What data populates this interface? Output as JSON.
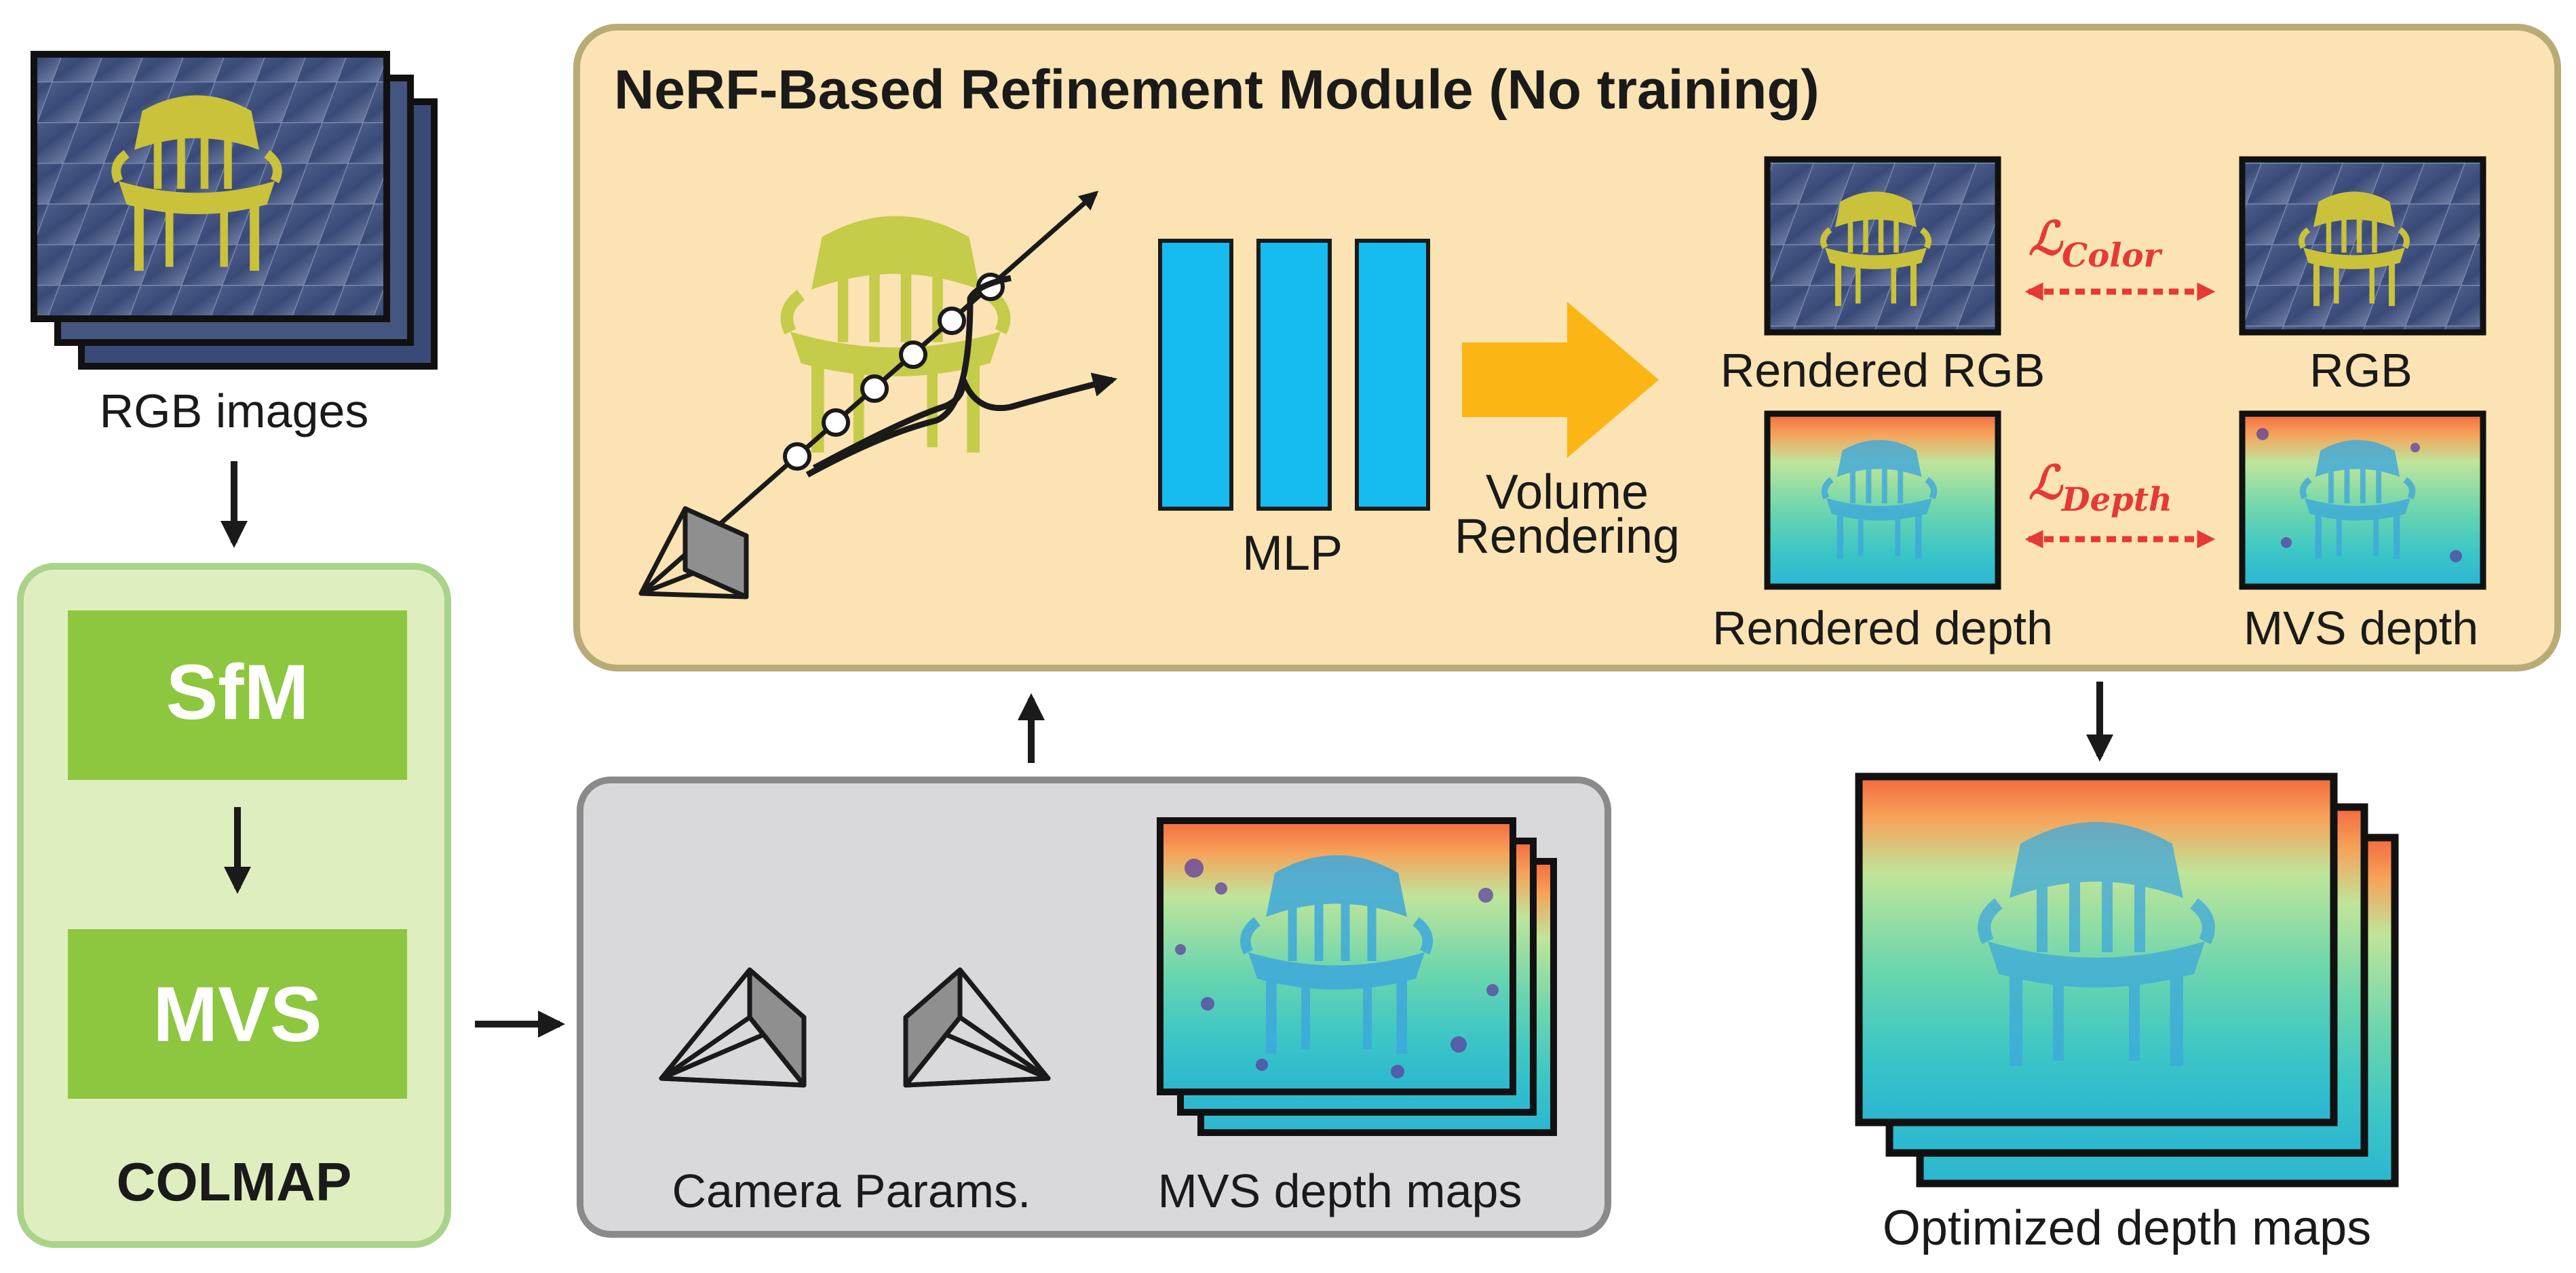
{
  "figure": {
    "input": {
      "label": "RGB images"
    },
    "colmap": {
      "title": "COLMAP",
      "step1": "SfM",
      "step2": "MVS"
    },
    "outputs_box": {
      "camera_label": "Camera Params.",
      "depth_label": "MVS depth maps"
    },
    "refinement": {
      "title": "NeRF-Based Refinement Module (No training)",
      "mlp_label": "MLP",
      "volume_line1": "Volume",
      "volume_line2": "Rendering",
      "rendered_rgb_label": "Rendered RGB",
      "rgb_label": "RGB",
      "rendered_depth_label": "Rendered depth",
      "mvs_depth_label": "MVS depth",
      "loss_color": {
        "symbol": "ℒ",
        "subscript": "Color"
      },
      "loss_depth": {
        "symbol": "ℒ",
        "subscript": "Depth"
      }
    },
    "output": {
      "label": "Optimized depth maps"
    }
  },
  "colors": {
    "colmap_fill": "#dfeebf",
    "colmap_border": "#a9d38a",
    "colmap_block": "#8dc63f",
    "refine_fill": "#fbe3b3",
    "refine_border": "#b8ab76",
    "gray_fill": "#d9d9dc",
    "gray_border": "#8a8a8a",
    "mlp_blue": "#16bcef",
    "volume_arrow": "#fbb515",
    "loss_red": "#e53935"
  }
}
